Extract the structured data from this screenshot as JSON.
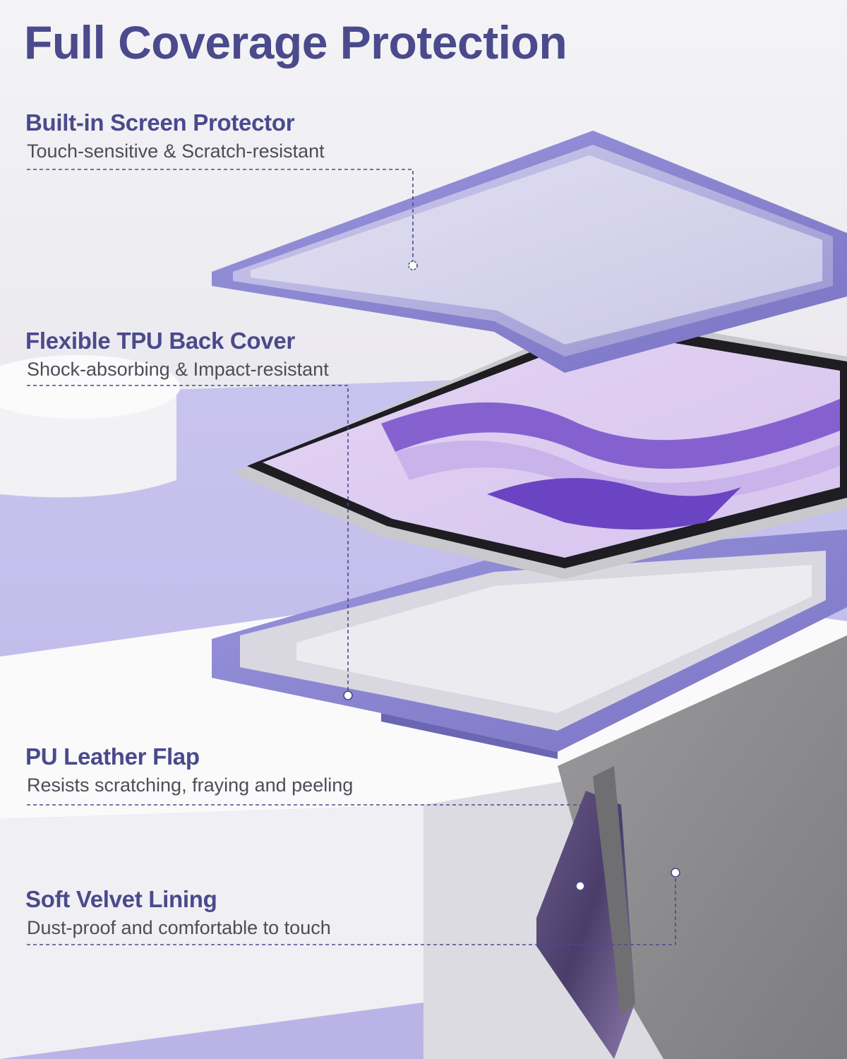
{
  "headline": "Full Coverage Protection",
  "features": [
    {
      "title": "Built-in Screen Protector",
      "subtitle": "Touch-sensitive & Scratch-resistant"
    },
    {
      "title": "Flexible TPU Back Cover",
      "subtitle": "Shock-absorbing & Impact-resistant"
    },
    {
      "title": "PU Leather Flap",
      "subtitle": "Resists scratching, fraying and peeling"
    },
    {
      "title": "Soft Velvet Lining",
      "subtitle": "Dust-proof and comfortable to touch"
    }
  ],
  "colors": {
    "heading": "#4a4a8c",
    "subtext": "#4d4d57",
    "lavender": "#8b86cf",
    "leather": "#8d8d8f",
    "pedestal": "#f6f5f8"
  }
}
